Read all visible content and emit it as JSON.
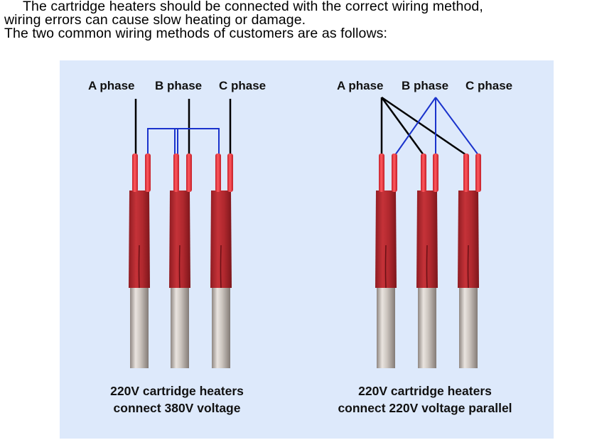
{
  "intro": {
    "line1": "The cartridge heaters should be connected with the correct wiring method,",
    "line2": "wiring errors can cause slow heating or damage.",
    "line3": "The two common wiring methods of customers are as follows:"
  },
  "left_diagram": {
    "phase_labels": [
      "A phase",
      "B phase",
      "C phase"
    ],
    "caption_line1": "220V cartridge heaters",
    "caption_line2": "connect 380V voltage"
  },
  "right_diagram": {
    "phase_labels": [
      "A phase",
      "B phase",
      "C phase"
    ],
    "caption_line1": "220V cartridge heaters",
    "caption_line2": "connect 220V voltage parallel"
  },
  "colors": {
    "panel_background": "#dde9fb",
    "sleeve_red": "#b8262c",
    "lead_red": "#e8303a",
    "steel": "#c4bdb8",
    "wire_black": "#000000",
    "wire_blue": "#1a33cc"
  }
}
